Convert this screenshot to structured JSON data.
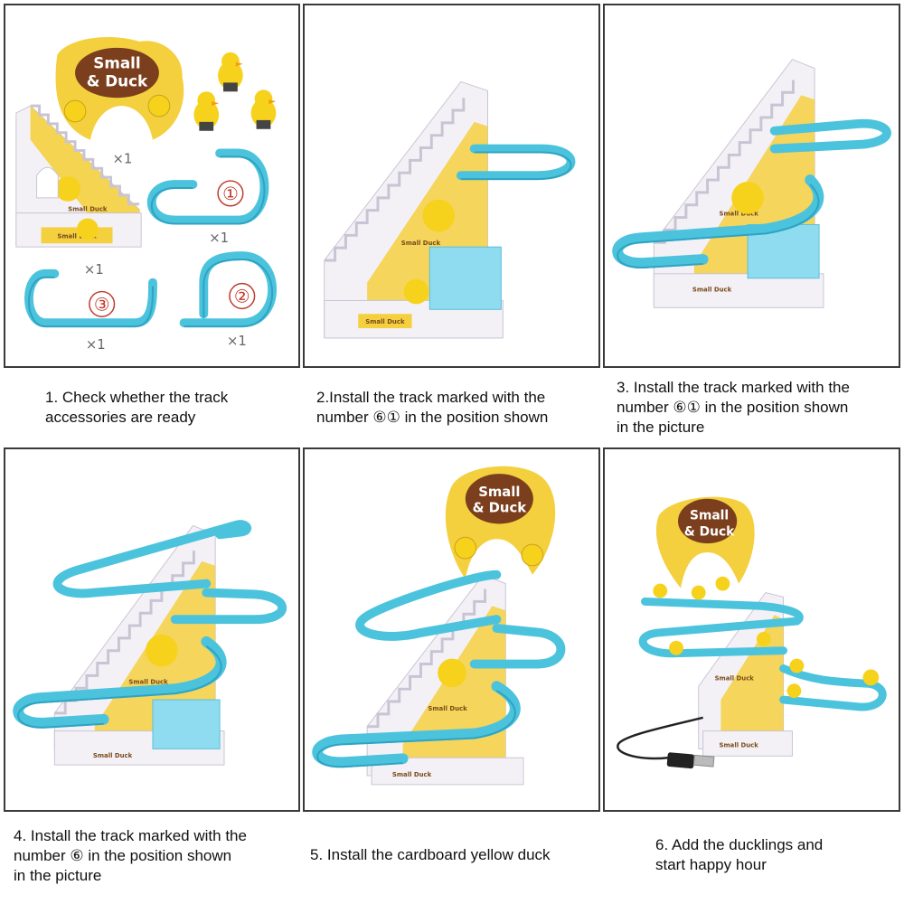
{
  "sign": {
    "line1": "Small",
    "line2": "& Duck"
  },
  "panel1": {
    "qty_sign": "×1",
    "qty_track1": "×1",
    "qty_stairs": "×1",
    "qty_track3": "×1",
    "qty_track2": "×1",
    "num_track1": "①",
    "num_track2": "②",
    "num_track3": "③",
    "stairs_label": "Small Duck",
    "base_label": "Small Duck"
  },
  "panel2": {
    "stairs_label": "Small Duck",
    "base_label": "Small Duck"
  },
  "panel3": {
    "stairs_label": "Small Duck",
    "base_label": "Small Duck"
  },
  "panel4": {
    "stairs_label": "Small Duck",
    "base_label": "Small Duck"
  },
  "panel5": {
    "stairs_label": "Small Duck",
    "base_label": "Small Duck"
  },
  "panel6": {
    "stairs_label": "Small Duck",
    "base_label": "Small Duck"
  },
  "captions": {
    "step1": "1. Check whether the track\naccessories are ready",
    "step2": "2.Install the track marked with the\nnumber ⑥① in the position shown",
    "step3": "3. Install the track marked with the\nnumber ⑥① in the position shown\nin the picture",
    "step4": "4. Install the track marked with the\nnumber ⑥ in the position shown\nin the picture",
    "step5": "5. Install the cardboard yellow duck",
    "step6": "6. Add the ducklings and\nstart happy hour"
  },
  "colors": {
    "track_blue": "#4cc3dd",
    "track_blue_dark": "#2ea3c2",
    "duck_yellow": "#f6d21c",
    "sign_yellow": "#f4d03f",
    "sign_brown": "#7b3f1d",
    "stair_white": "#f3f1f6",
    "stair_shadow": "#c9c4d4",
    "box_blue": "#8fdcf0"
  }
}
